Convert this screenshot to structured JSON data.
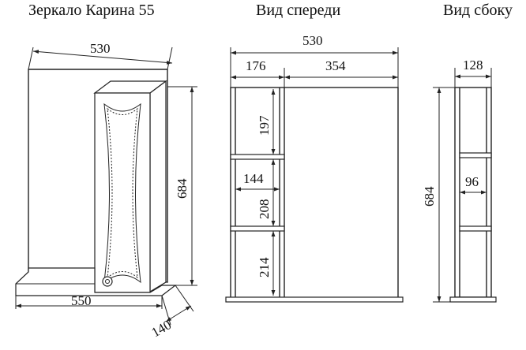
{
  "titles": {
    "product": "Зеркало Карина 55",
    "front": "Вид спереди",
    "side": "Вид сбоку"
  },
  "perspective_dims": {
    "width_top": "530",
    "height": "684",
    "base_width": "550",
    "base_depth": "140"
  },
  "front_dims": {
    "total_width": "530",
    "left_section": "176",
    "right_section": "354",
    "shelf_gap_top": "197",
    "shelf_depth": "144",
    "shelf_gap_middle": "208",
    "shelf_gap_bottom": "214"
  },
  "side_dims": {
    "depth": "128",
    "height": "684",
    "shelf_depth": "96"
  }
}
